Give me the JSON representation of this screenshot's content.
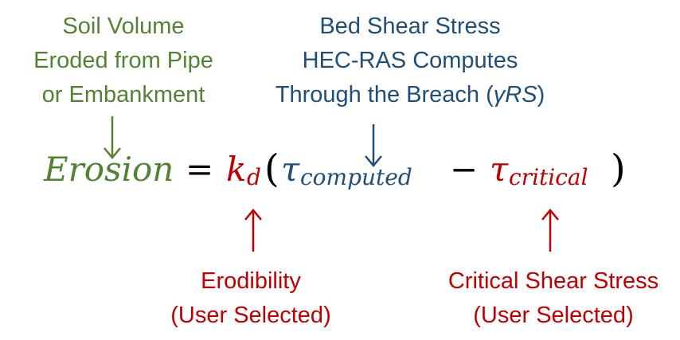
{
  "labels": {
    "soil_volume": [
      "Soil Volume",
      "Eroded from Pipe",
      "or Embankment"
    ],
    "bed_shear": [
      "Bed Shear Stress",
      "HEC-RAS Computes",
      "Through the Breach (",
      "γRS",
      ")"
    ],
    "erodibility": [
      "Erodibility",
      "(User Selected)"
    ],
    "critical_shear": [
      "Critical Shear Stress",
      "(User Selected)"
    ]
  },
  "equation": {
    "lhs": "Erosion",
    "equals": "=",
    "k": "k",
    "k_sub": "d",
    "open_paren": "(",
    "tau1": "τ",
    "tau1_sub": "computed",
    "minus": "−",
    "tau2": "τ",
    "tau2_sub": "critical",
    "close_paren": ")"
  },
  "colors": {
    "green": "#548235",
    "blue": "#1F4E79",
    "red": "#C00000",
    "black": "#000000"
  }
}
